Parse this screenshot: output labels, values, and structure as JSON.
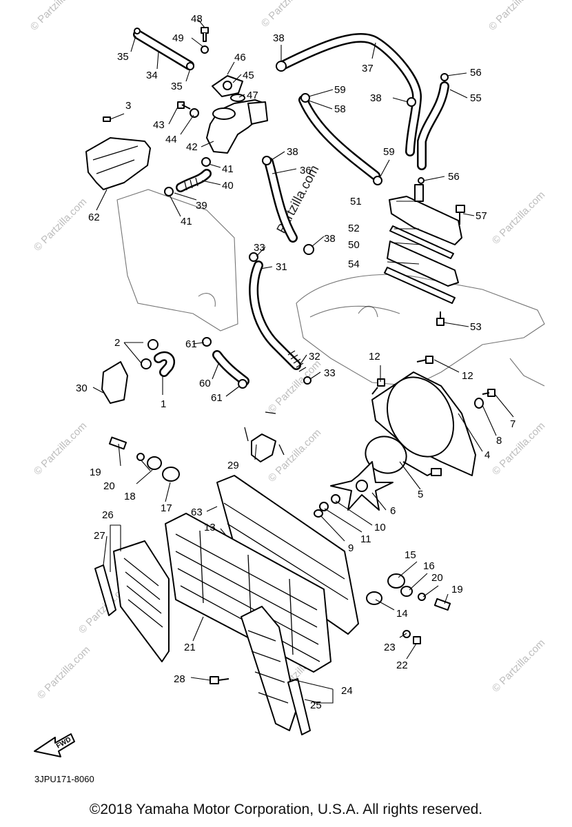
{
  "diagram_code": "3JPU171-8060",
  "copyright": "©2018 Yamaha Motor Corporation, U.S.A. All rights reserved.",
  "fwd_label": "FWD",
  "watermark": "© Partzilla.com",
  "watermark_center": "Partzilla.com",
  "callouts": [
    {
      "label": "1"
    },
    {
      "label": "2"
    },
    {
      "label": "3"
    },
    {
      "label": "4"
    },
    {
      "label": "5"
    },
    {
      "label": "6"
    },
    {
      "label": "7"
    },
    {
      "label": "8"
    },
    {
      "label": "9"
    },
    {
      "label": "10"
    },
    {
      "label": "11"
    },
    {
      "label": "12"
    },
    {
      "label": "12"
    },
    {
      "label": "13"
    },
    {
      "label": "14"
    },
    {
      "label": "15"
    },
    {
      "label": "16"
    },
    {
      "label": "17"
    },
    {
      "label": "18"
    },
    {
      "label": "19"
    },
    {
      "label": "19"
    },
    {
      "label": "20"
    },
    {
      "label": "20"
    },
    {
      "label": "21"
    },
    {
      "label": "22"
    },
    {
      "label": "23"
    },
    {
      "label": "24"
    },
    {
      "label": "25"
    },
    {
      "label": "26"
    },
    {
      "label": "27"
    },
    {
      "label": "28"
    },
    {
      "label": "29"
    },
    {
      "label": "30"
    },
    {
      "label": "31"
    },
    {
      "label": "32"
    },
    {
      "label": "33"
    },
    {
      "label": "33"
    },
    {
      "label": "34"
    },
    {
      "label": "35"
    },
    {
      "label": "35"
    },
    {
      "label": "36"
    },
    {
      "label": "37"
    },
    {
      "label": "38"
    },
    {
      "label": "38"
    },
    {
      "label": "38"
    },
    {
      "label": "38"
    },
    {
      "label": "39"
    },
    {
      "label": "40"
    },
    {
      "label": "41"
    },
    {
      "label": "41"
    },
    {
      "label": "42"
    },
    {
      "label": "43"
    },
    {
      "label": "44"
    },
    {
      "label": "45"
    },
    {
      "label": "46"
    },
    {
      "label": "47"
    },
    {
      "label": "48"
    },
    {
      "label": "49"
    },
    {
      "label": "50"
    },
    {
      "label": "51"
    },
    {
      "label": "52"
    },
    {
      "label": "53"
    },
    {
      "label": "54"
    },
    {
      "label": "55"
    },
    {
      "label": "56"
    },
    {
      "label": "56"
    },
    {
      "label": "57"
    },
    {
      "label": "58"
    },
    {
      "label": "59"
    },
    {
      "label": "59"
    },
    {
      "label": "60"
    },
    {
      "label": "61"
    },
    {
      "label": "61"
    },
    {
      "label": "62"
    },
    {
      "label": "63"
    }
  ]
}
